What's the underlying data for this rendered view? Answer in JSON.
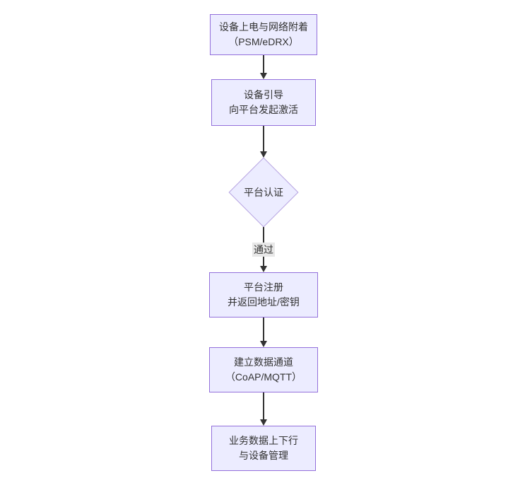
{
  "diagram": {
    "type": "flowchart",
    "direction": "top-down",
    "colors": {
      "node_fill": "#ECECFF",
      "node_border": "#9370DB",
      "text_color": "#333333",
      "arrow_color": "#333333",
      "edge_label_bg": "#e8e8e8",
      "background": "#ffffff"
    },
    "nodes": {
      "power": {
        "shape": "rect",
        "line1": "设备上电与网络附着",
        "line2": "（PSM/eDRX）"
      },
      "bootstrap": {
        "shape": "rect",
        "line1": "设备引导",
        "line2": "向平台发起激活"
      },
      "auth": {
        "shape": "diamond",
        "line1": "平台认证"
      },
      "register": {
        "shape": "rect",
        "line1": "平台注册",
        "line2": "并返回地址/密钥"
      },
      "channel": {
        "shape": "rect",
        "line1": "建立数据通道",
        "line2": "（CoAP/MQTT）"
      },
      "business": {
        "shape": "rect",
        "line1": "业务数据上下行",
        "line2": "与设备管理"
      }
    },
    "edges": [
      {
        "from": "power",
        "to": "bootstrap",
        "label": ""
      },
      {
        "from": "bootstrap",
        "to": "auth",
        "label": ""
      },
      {
        "from": "auth",
        "to": "register",
        "label": "通过"
      },
      {
        "from": "register",
        "to": "channel",
        "label": ""
      },
      {
        "from": "channel",
        "to": "business",
        "label": ""
      }
    ]
  }
}
